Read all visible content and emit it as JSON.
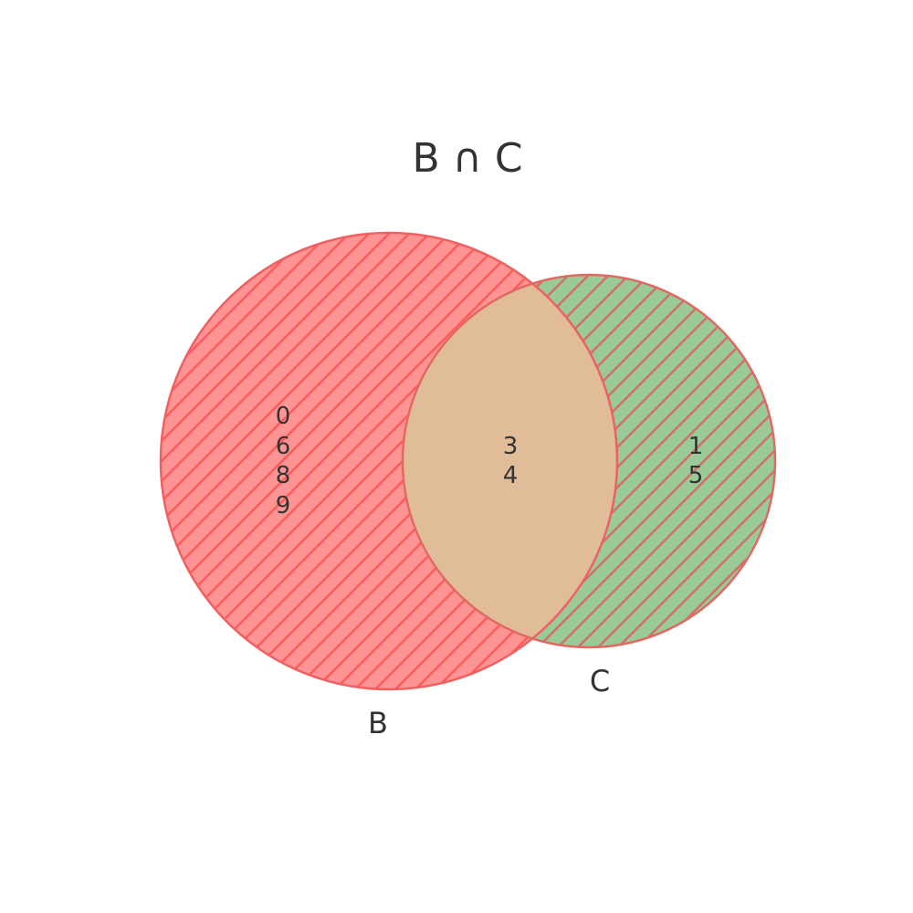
{
  "title": "B ∩ C",
  "sets": [
    {
      "id": "B",
      "label": "B",
      "fill": "#ff9494",
      "hatch": "#ff5a5a",
      "stroke": "#f06060"
    },
    {
      "id": "C",
      "label": "C",
      "fill": "#9aca98",
      "hatch": "#d0706a",
      "stroke": "#e06a62"
    }
  ],
  "intersection": {
    "fill": "#e0bd98"
  },
  "regions": {
    "only_b": [
      "0",
      "6",
      "8",
      "9"
    ],
    "b_and_c": [
      "3",
      "4"
    ],
    "only_c": [
      "1",
      "5"
    ]
  },
  "colors": {
    "text": "#333333",
    "background": "#ffffff"
  }
}
